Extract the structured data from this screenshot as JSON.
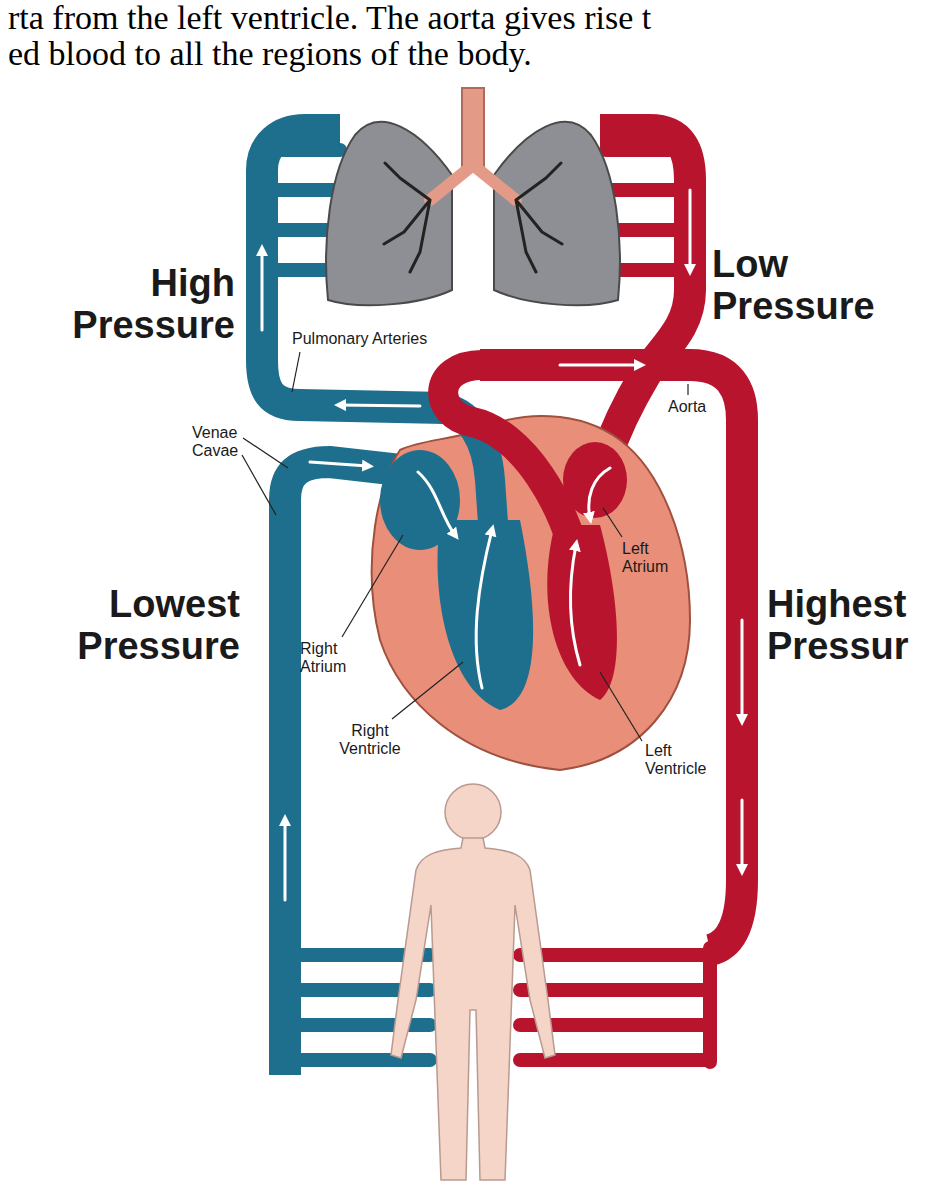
{
  "diagram": {
    "labels": [
      "rta from the left ventricle. The aorta gives rise t",
      "ed blood to all the regions of the body.",
      "High Pressure",
      "Low Pressure",
      "Pulmonary Arteries",
      "Venae Cavae",
      "Aorta",
      "Left Atrium",
      "Lowest Pressure",
      "Highest Pressur",
      "Right Atrium",
      "Right Ventricle",
      "Left Ventricle"
    ]
  }
}
